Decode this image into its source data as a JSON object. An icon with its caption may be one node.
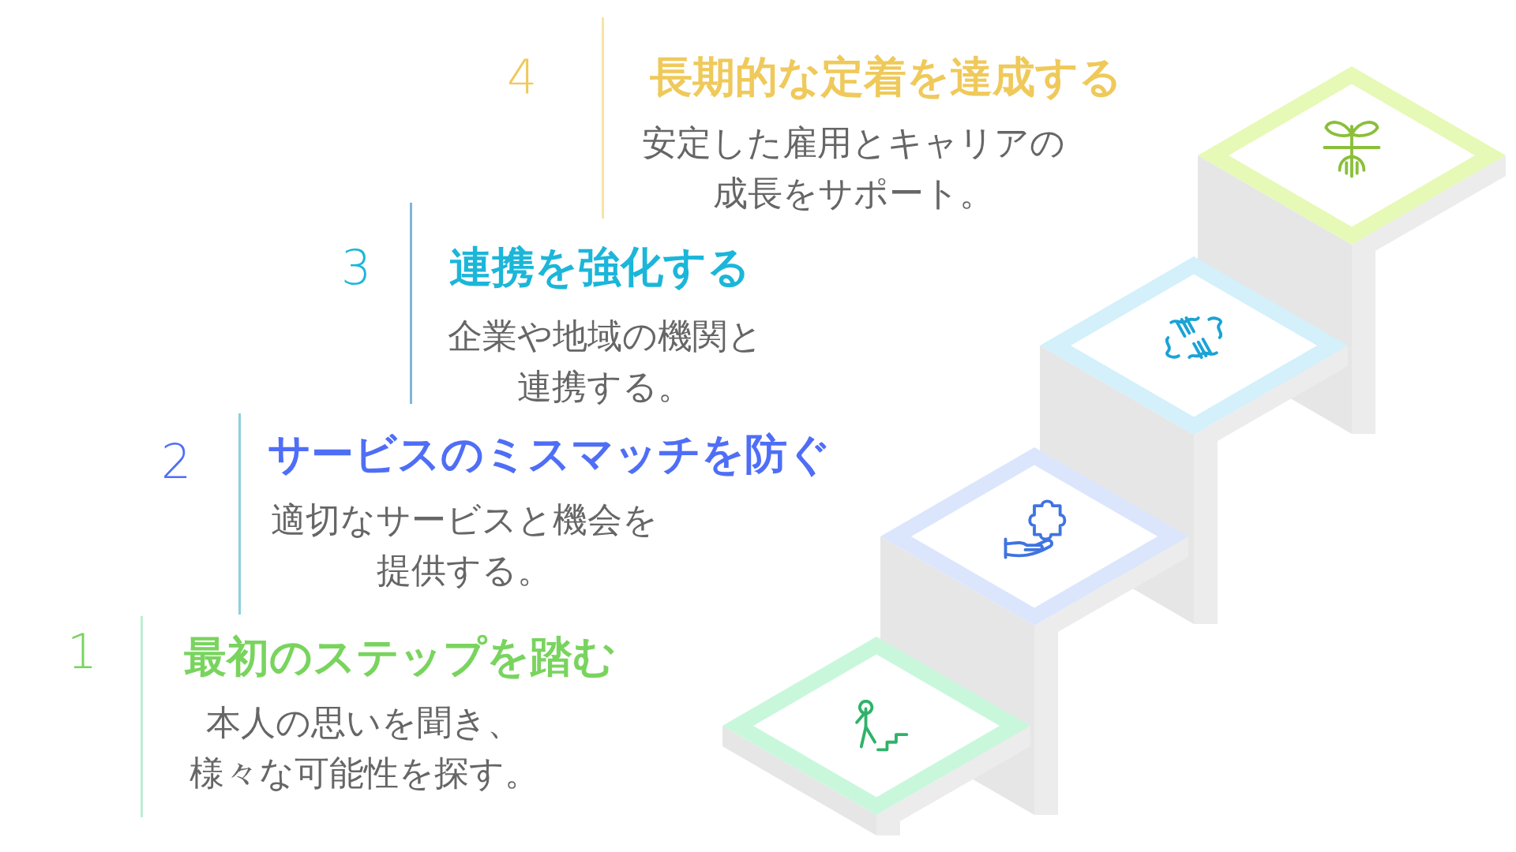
{
  "diagram": {
    "nodes": [
      {
        "text": [
          "4",
          "長期的な定着を達成する",
          "安定した雇用とキャリアの成長をサポート。"
        ]
      },
      {
        "text": [
          "3",
          "連携を強化する",
          "企業や地域の機関と連携する。"
        ]
      },
      {
        "text": [
          "2",
          "サービスのミスマッチを防ぐ",
          "適切なサービスと機会を提供する。"
        ]
      },
      {
        "text": [
          "1",
          "最初のステップを踏む",
          "本人の思いを聞き、様々な可能性を探す。"
        ]
      }
    ]
  }
}
